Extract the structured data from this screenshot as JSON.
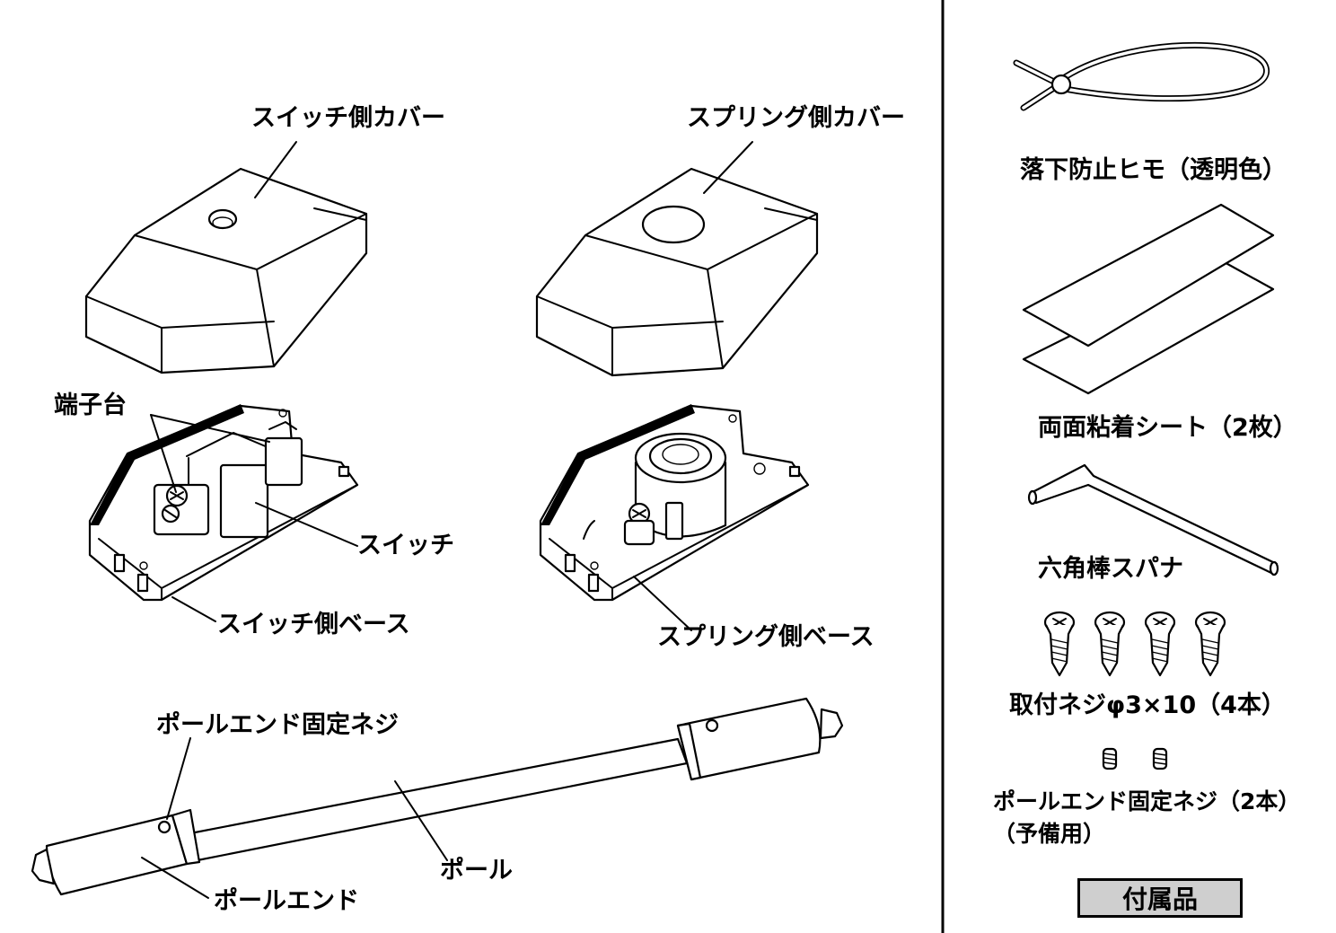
{
  "labels": {
    "switch_cover": "スイッチ側カバー",
    "spring_cover": "スプリング側カバー",
    "terminal_block": "端子台",
    "switch": "スイッチ",
    "switch_base": "スイッチ側ベース",
    "spring_base": "スプリング側ベース",
    "pole_end_screw": "ポールエンド固定ネジ",
    "pole": "ポール",
    "pole_end": "ポールエンド"
  },
  "accessories": {
    "badge": "付属品",
    "strap": "落下防止ヒモ（透明色）",
    "adhesive_sheet": "両面粘着シート（2枚）",
    "hex_wrench": "六角棒スパナ",
    "mount_screws": "取付ネジφ3×10（4本）",
    "spare_screws_line1": "ポールエンド固定ネジ（2本）",
    "spare_screws_line2": "（予備用）"
  }
}
